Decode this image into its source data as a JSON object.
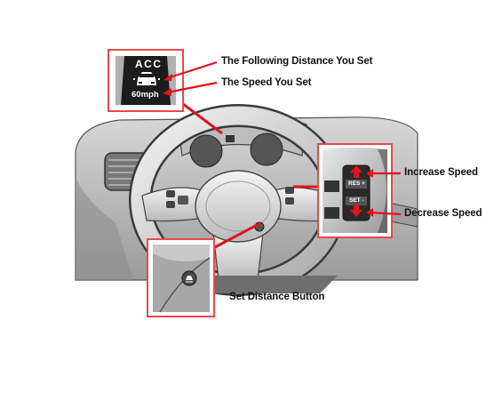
{
  "display_inset": {
    "title": "ACC",
    "speed": "60mph"
  },
  "buttons": {
    "resume": "RES +",
    "set": "SET -"
  },
  "labels": {
    "following_distance": "The Following Distance You Set",
    "speed_set": "The Speed You Set",
    "increase_speed": "Increase Speed",
    "decrease_speed": "Decrease Speed",
    "set_distance_button": "Set Distance Button"
  },
  "colors": {
    "accent": "#e0141c",
    "frame": "#e64a4a",
    "display_bg": "#1c1c1c"
  }
}
